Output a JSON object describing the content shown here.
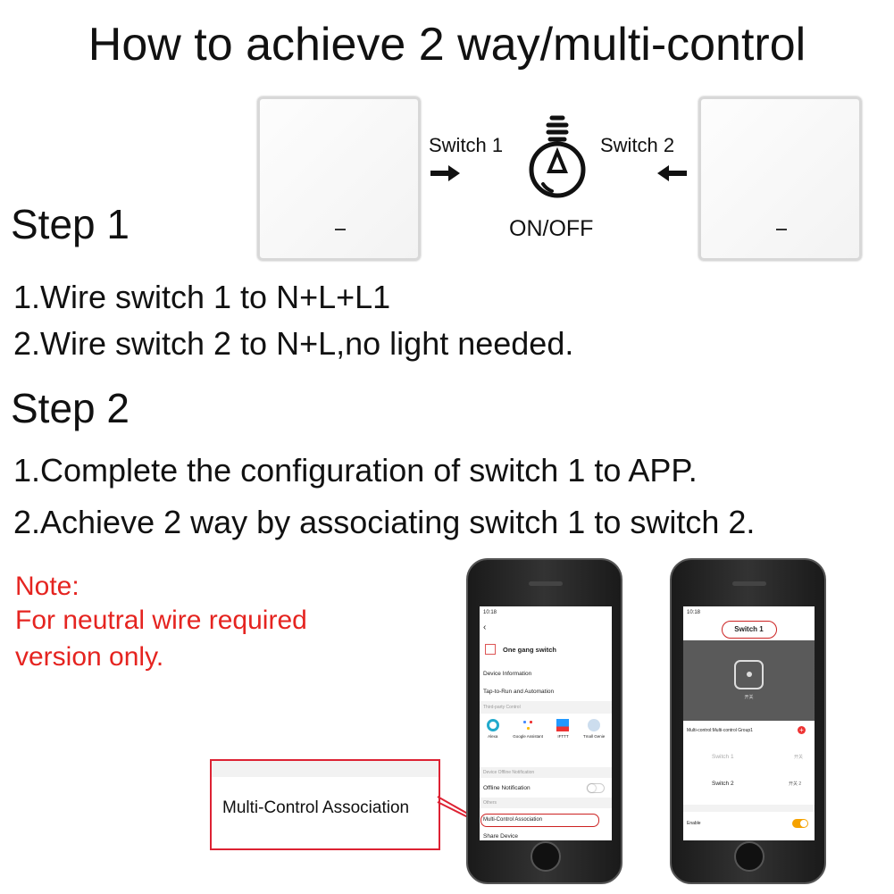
{
  "title": "How to achieve 2 way/multi-control",
  "diagram": {
    "switch1_label": "Switch 1",
    "switch2_label": "Switch 2",
    "bulb_label": "ON/OFF"
  },
  "step1": {
    "heading": "Step 1",
    "lines": [
      "1.Wire switch 1 to N+L+L1",
      "2.Wire switch 2 to N+L,no light needed."
    ]
  },
  "step2": {
    "heading": "Step 2",
    "lines": [
      "1.Complete the configuration of switch 1 to APP.",
      "2.Achieve 2 way by associating switch 1 to switch 2."
    ]
  },
  "note": {
    "lines": [
      "Note:",
      "For neutral wire required",
      "version only."
    ]
  },
  "callout": "Multi-Control Association",
  "accent": "#e52420",
  "phone1": {
    "time": "10:18",
    "device": "One gang switch",
    "items": [
      "Device Information",
      "Tap-to-Run and Automation"
    ],
    "section_third": "Third-party Control",
    "services": [
      "Alexa",
      "Google Assistant",
      "IFTTT",
      "Tmall Genie"
    ],
    "section_offline": "Device Offline Notification",
    "offline": "Offline Notification",
    "section_others": "Others",
    "multi": "Multi-Control Association",
    "share": "Share Device"
  },
  "phone2": {
    "time": "10:18",
    "title": "Switch 1",
    "switch_caption": "开关",
    "group": "Multi-control:Multi-control Group1",
    "members": [
      {
        "name": "Switch 1",
        "channel": "开关"
      },
      {
        "name": "Switch 2",
        "channel": "开关 2"
      }
    ],
    "enable": "Enable"
  }
}
